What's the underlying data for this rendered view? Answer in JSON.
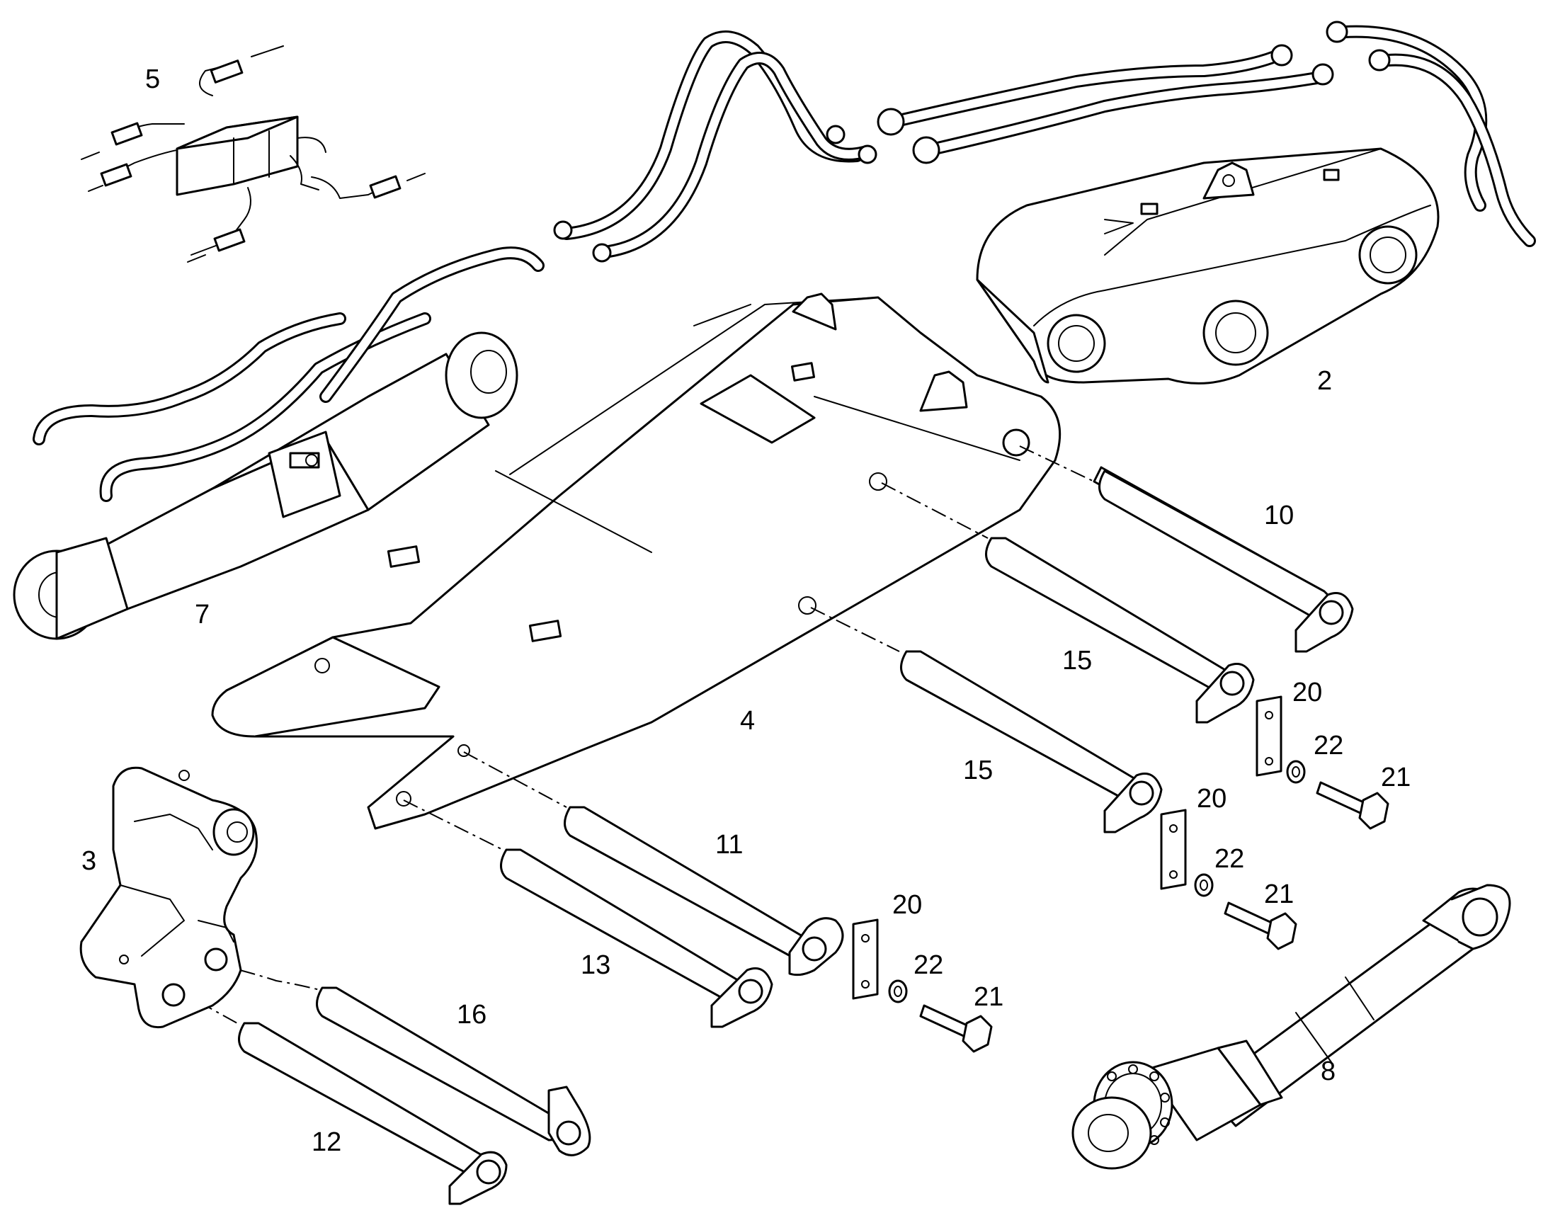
{
  "callouts": [
    {
      "id": "c2",
      "text": "2"
    },
    {
      "id": "c3",
      "text": "3"
    },
    {
      "id": "c4",
      "text": "4"
    },
    {
      "id": "c5",
      "text": "5"
    },
    {
      "id": "c7",
      "text": "7"
    },
    {
      "id": "c8",
      "text": "8"
    },
    {
      "id": "c10",
      "text": "10"
    },
    {
      "id": "c11",
      "text": "11"
    },
    {
      "id": "c12",
      "text": "12"
    },
    {
      "id": "c13",
      "text": "13"
    },
    {
      "id": "c15a",
      "text": "15"
    },
    {
      "id": "c15b",
      "text": "15"
    },
    {
      "id": "c16",
      "text": "16"
    },
    {
      "id": "c20a",
      "text": "20"
    },
    {
      "id": "c20b",
      "text": "20"
    },
    {
      "id": "c20c",
      "text": "20"
    },
    {
      "id": "c21a",
      "text": "21"
    },
    {
      "id": "c21b",
      "text": "21"
    },
    {
      "id": "c21c",
      "text": "21"
    },
    {
      "id": "c22a",
      "text": "22"
    },
    {
      "id": "c22b",
      "text": "22"
    },
    {
      "id": "c22c",
      "text": "22"
    }
  ]
}
